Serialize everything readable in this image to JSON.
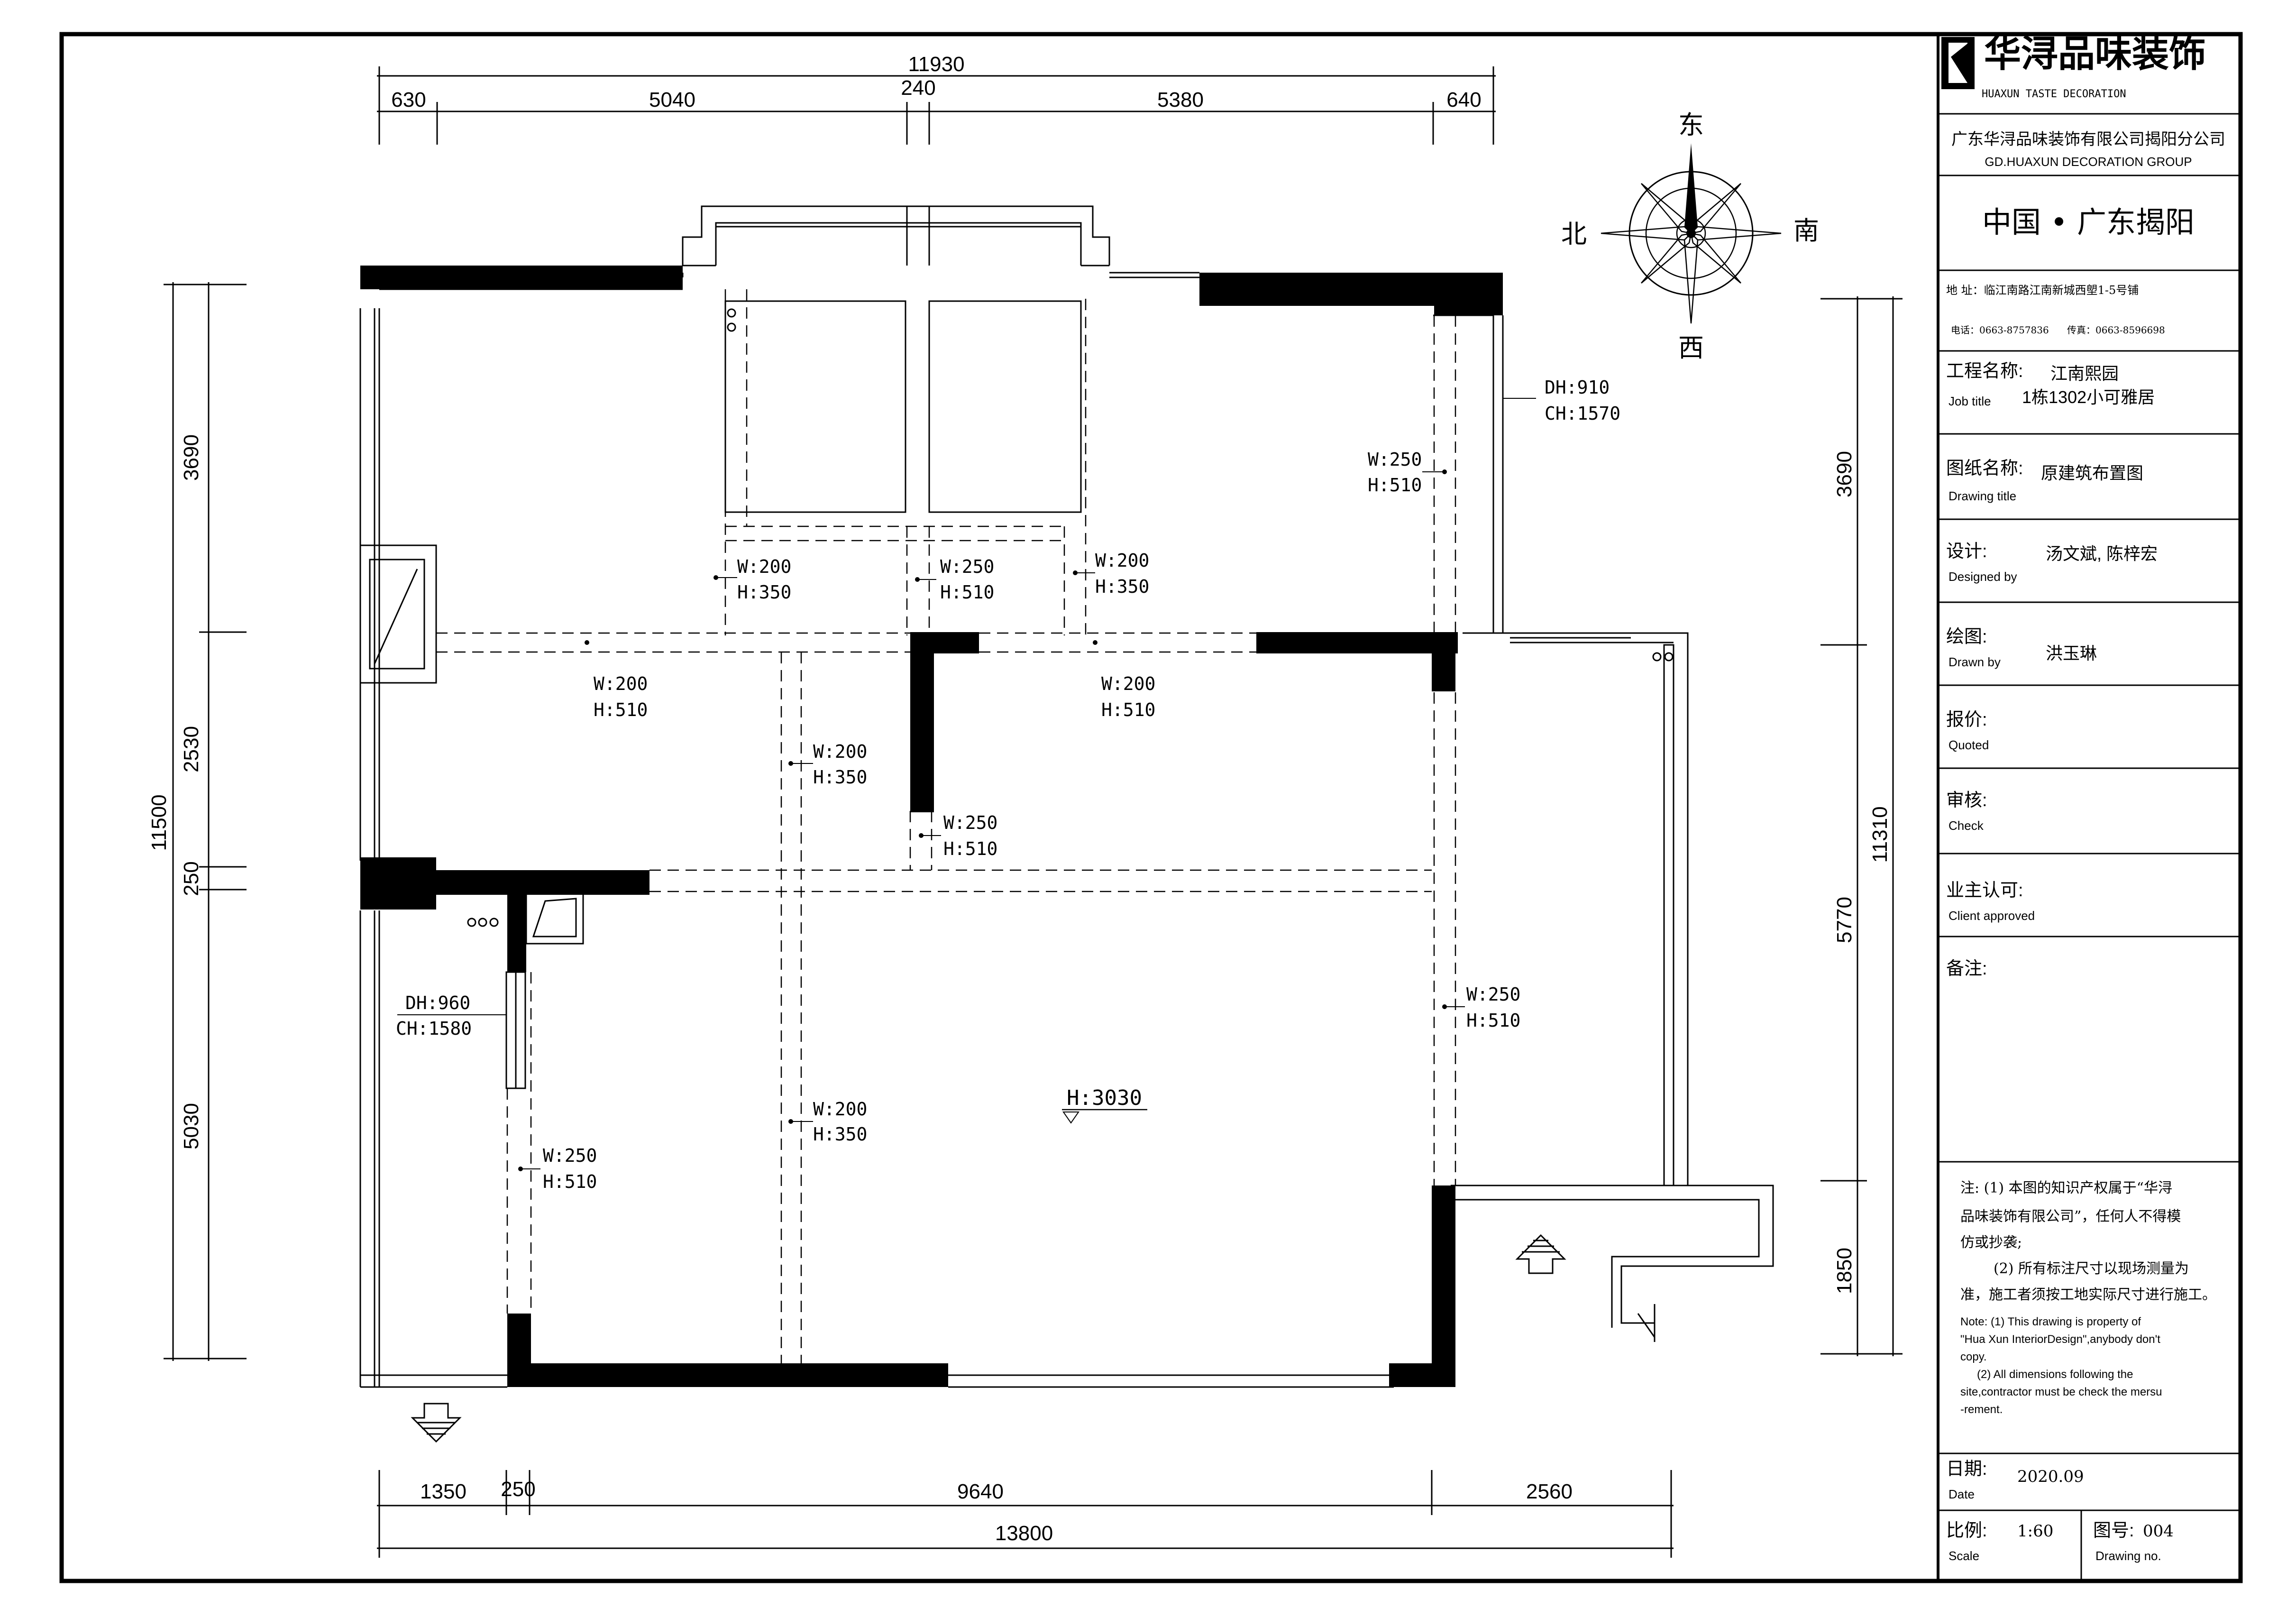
{
  "dimensions": {
    "top_total": "11930",
    "top_1": "630",
    "top_2": "5040",
    "top_3": "240",
    "top_4": "5380",
    "top_5": "640",
    "bottom_1": "1350",
    "bottom_2": "250",
    "bottom_3": "9640",
    "bottom_4": "2560",
    "bottom_total": "13800",
    "left_total": "11500",
    "left_1": "3690",
    "left_2": "2530",
    "left_3": "250",
    "left_4": "5030",
    "right_total": "11310",
    "right_1": "3690",
    "right_2": "5770",
    "right_3": "1850"
  },
  "compass": {
    "east": "东",
    "south": "南",
    "west": "西",
    "north": "北"
  },
  "annotations": [
    {
      "w": "W:200",
      "h": "H:350"
    },
    {
      "w": "W:250",
      "h": "H:510"
    },
    {
      "w": "W:200",
      "h": "H:350"
    },
    {
      "w": "W:250",
      "h": "H:510"
    },
    {
      "w": "W:200",
      "h": "H:510"
    },
    {
      "w": "W:200",
      "h": "H:510"
    },
    {
      "w": "W:200",
      "h": "H:350"
    },
    {
      "w": "W:250",
      "h": "H:510"
    },
    {
      "w": "W:250",
      "h": "H:510"
    },
    {
      "w": "W:200",
      "h": "H:350"
    },
    {
      "w": "W:250",
      "h": "H:510"
    }
  ],
  "windows": [
    {
      "dh": "DH:910",
      "ch": "CH:1570"
    },
    {
      "dh": "DH:960",
      "ch": "CH:1580"
    }
  ],
  "ceiling_height": "H:3030",
  "title_block": {
    "logo_cn": "华浔品味装饰",
    "logo_en": "HUAXUN TASTE DECORATION",
    "company_cn": "广东华浔品味装饰有限公司揭阳分公司",
    "company_en": "GD.HUAXUN DECORATION GROUP",
    "location": "中国 • 广东揭阳",
    "address": "地  址：临江南路江南新城西塱1-5号铺",
    "phone": "电话：0663-8757836",
    "fax": "传真：0663-8596698",
    "project_label_cn": "工程名称:",
    "project_label_en": "Job title",
    "project_value_1": "江南熙园",
    "project_value_2": "1栋1302小可雅居",
    "drawing_label_cn": "图纸名称:",
    "drawing_label_en": "Drawing title",
    "drawing_value": "原建筑布置图",
    "design_label_cn": "设计:",
    "design_label_en": "Designed by",
    "design_value": "汤文斌, 陈梓宏",
    "drawn_label_cn": "绘图:",
    "drawn_label_en": "Drawn by",
    "drawn_value": "洪玉琳",
    "quoted_label_cn": "报价:",
    "quoted_label_en": "Quoted",
    "check_label_cn": "审核:",
    "check_label_en": "Check",
    "client_label_cn": "业主认可:",
    "client_label_en": "Client approved",
    "remarks_label": "备注:",
    "note_cn_1": "注: (1) 本图的知识产权属于“华浔",
    "note_cn_2": "品味装饰有限公司”，任何人不得模",
    "note_cn_3": "仿或抄袭;",
    "note_cn_4": "(2) 所有标注尺寸以现场测量为",
    "note_cn_5": "准，施工者须按工地实际尺寸进行施工。",
    "note_en_1": "Note:  (1) This drawing is property of",
    "note_en_2": "\"Hua Xun InteriorDesign\",anybody don't",
    "note_en_3": "copy.",
    "note_en_4": "(2) All dimensions following the",
    "note_en_5": "site,contractor must be check the mersu",
    "note_en_6": "-rement.",
    "date_label_cn": "日期:",
    "date_label_en": "Date",
    "date_value": "2020.09",
    "scale_label_cn": "比例:",
    "scale_label_en": "Scale",
    "scale_value": "1:60",
    "drawing_no_label_cn": "图号:",
    "drawing_no_label_en": "Drawing no.",
    "drawing_no_value": "004"
  }
}
